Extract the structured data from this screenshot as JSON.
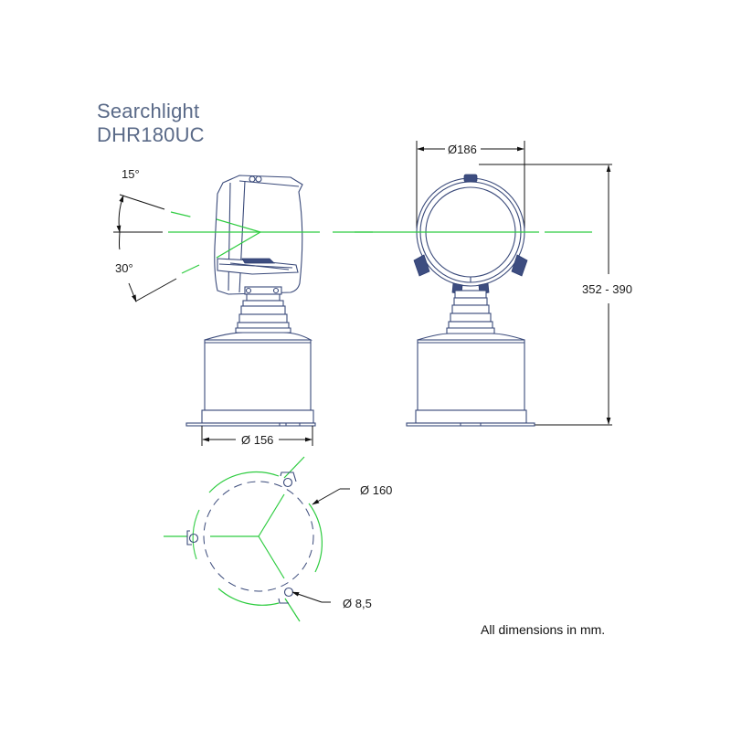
{
  "title": {
    "product": "Searchlight",
    "model": "DHR180UC"
  },
  "side_view": {
    "tilt_up_label": "15°",
    "tilt_down_label": "30°",
    "base_diameter_label": "Ø 156"
  },
  "front_view": {
    "head_diameter_label": "Ø186",
    "height_label": "352 - 390"
  },
  "mounting_plan": {
    "bolt_circle_label": "Ø 160",
    "hole_diameter_label": "Ø 8,5",
    "hole_count": 3
  },
  "footer": {
    "units_note": "All dimensions in mm."
  },
  "colors": {
    "outline": "#3a4a7a",
    "centerline": "#2ecc40",
    "dimension": "#111111",
    "title": "#5a6a88"
  }
}
